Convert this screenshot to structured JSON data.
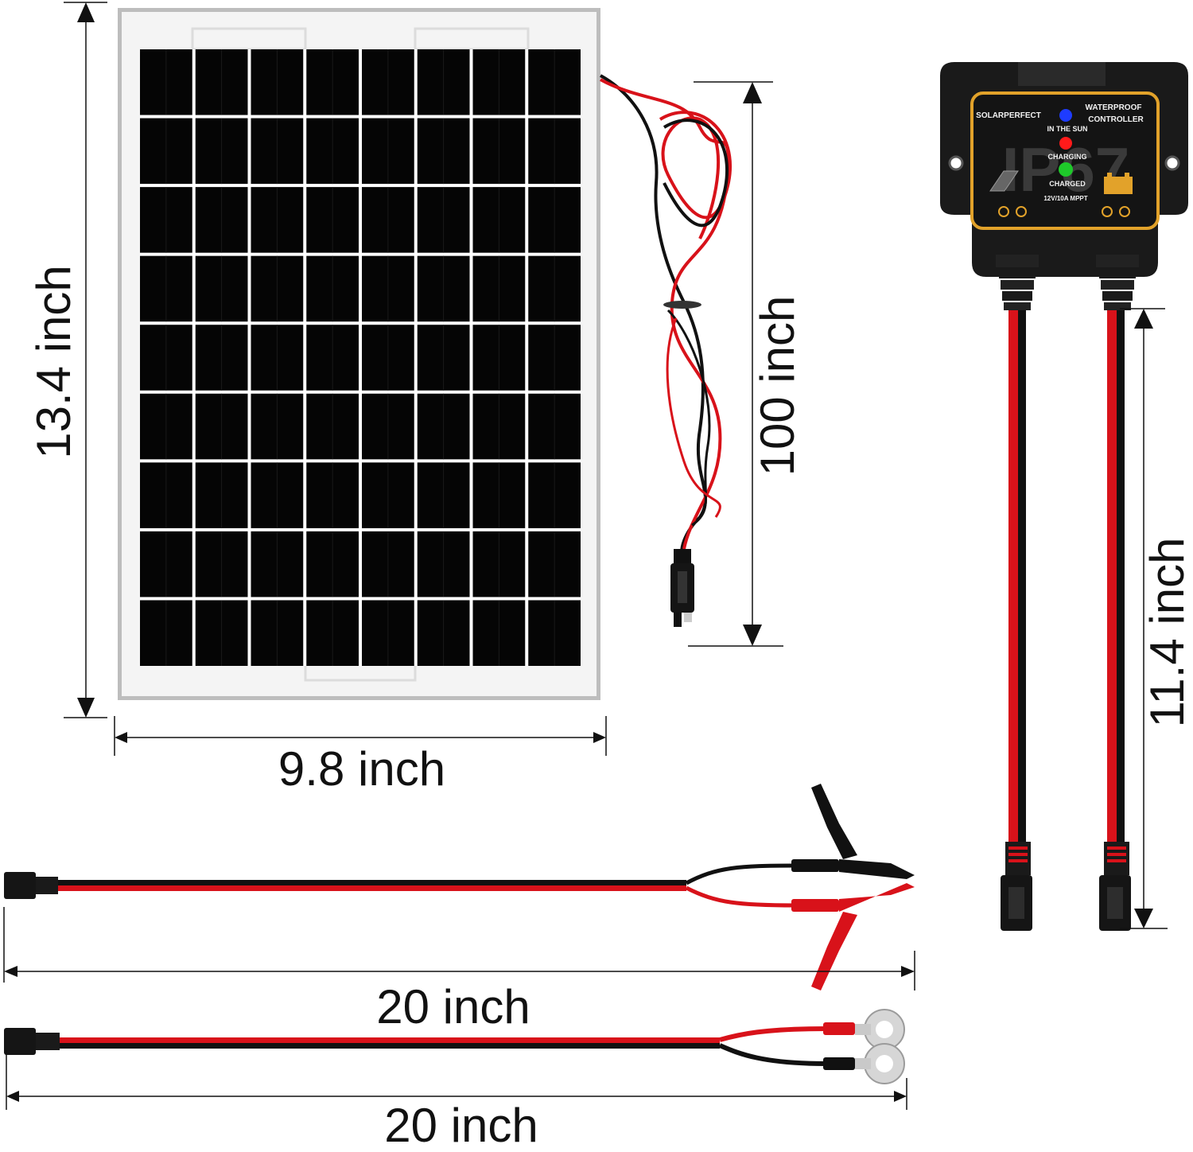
{
  "dimensions": {
    "panel_height": "13.4 inch",
    "panel_width": "9.8 inch",
    "panel_cable_length": "100 inch",
    "controller_cable_length": "11.4 inch",
    "clip_cable_length": "20 inch",
    "ring_cable_length": "20 inch"
  },
  "controller": {
    "rating": "IP67",
    "brand": "SOLARPERFECT",
    "title_line1": "WATERPROOF",
    "title_line2": "CONTROLLER",
    "led_sun_label": "IN THE SUN",
    "led_charging_label": "CHARGING",
    "led_charged_label": "CHARGED",
    "spec": "12V/10A MPPT"
  },
  "colors": {
    "wire_red": "#d8121a",
    "wire_black": "#111111",
    "panel_cell": "#050505",
    "panel_frame": "#bdbdbd",
    "controller_accent": "#e2a22a",
    "led_blue": "#1e3cff",
    "led_red": "#ff1a1a",
    "led_green": "#1ec92a"
  }
}
